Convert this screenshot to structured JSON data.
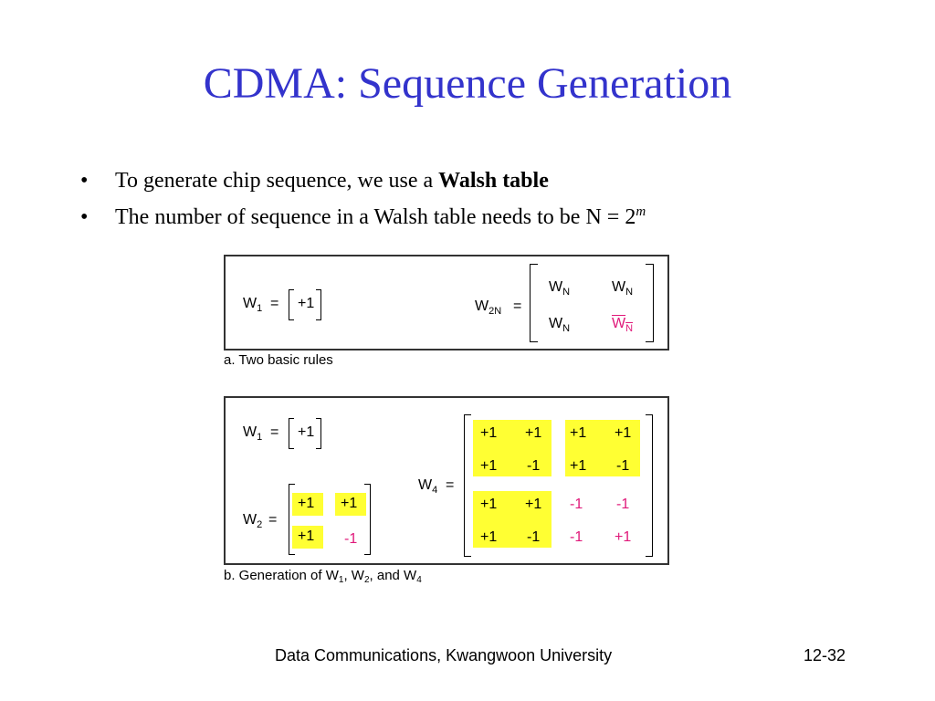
{
  "slide": {
    "title": "CDMA: Sequence Generation",
    "bullet1_prefix": "To generate chip sequence, we use a ",
    "bullet1_bold": "Walsh table",
    "bullet2_prefix": "The number of sequence in a Walsh table needs to be N = 2",
    "bullet2_sup": "m",
    "bullet_char": "•"
  },
  "figure_a": {
    "w1_name": "W",
    "w1_sub": "1",
    "eq": "=",
    "w1_value": "+1",
    "w2n_name": "W",
    "w2n_sub": "2N",
    "cell_name": "W",
    "cell_sub": "N",
    "caption": "a. Two basic rules"
  },
  "figure_b": {
    "w1_name": "W",
    "w1_sub": "1",
    "w1_value": "+1",
    "w2_name": "W",
    "w2_sub": "2",
    "w2_matrix": [
      [
        "+1",
        "+1"
      ],
      [
        "+1",
        "-1"
      ]
    ],
    "w4_name": "W",
    "w4_sub": "4",
    "w4_matrix": [
      [
        "+1",
        "+1",
        "+1",
        "+1"
      ],
      [
        "+1",
        "-1",
        "+1",
        "-1"
      ],
      [
        "+1",
        "+1",
        "-1",
        "-1"
      ],
      [
        "+1",
        "-1",
        "-1",
        "+1"
      ]
    ],
    "caption_a": "b. Generation of W",
    "caption_s1": "1",
    "caption_b": ", W",
    "caption_s2": "2",
    "caption_c": ", and W",
    "caption_s4": "4"
  },
  "footer": {
    "text": "Data Communications, Kwangwoon University",
    "page": "12-32"
  },
  "colors": {
    "title": "#3333cc",
    "highlight": "#ffff33",
    "negated": "#e0197a"
  }
}
